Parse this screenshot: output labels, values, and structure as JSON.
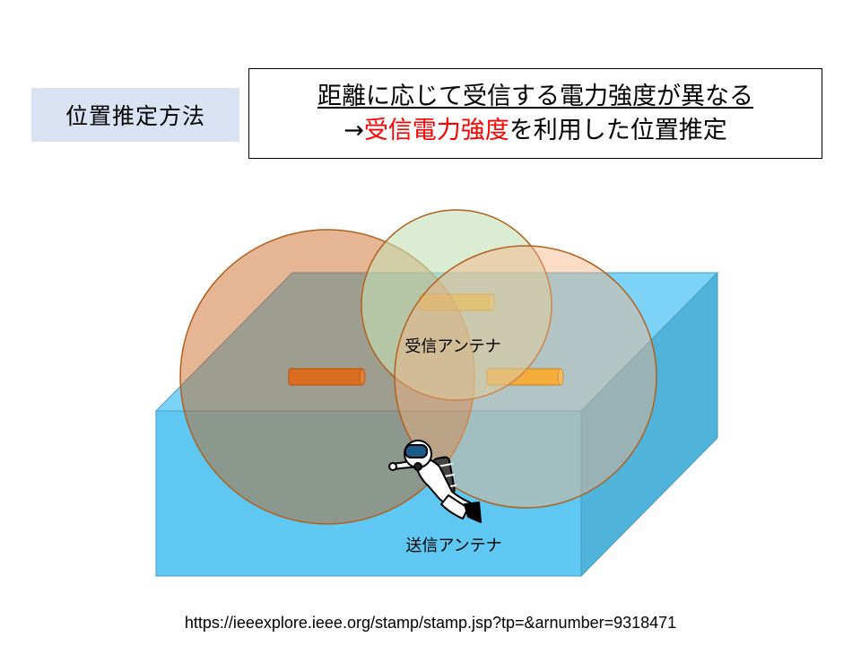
{
  "header": {
    "method_label": "位置推定方法",
    "desc_line1": "距離に応じて受信する電力強度が異なる",
    "desc_line2_prefix": "→",
    "desc_line2_highlight": "受信電力強度",
    "desc_line2_suffix": "を利用した位置推定"
  },
  "diagram": {
    "receiver_label": "受信アンテナ",
    "transmitter_label": "送信アンテナ"
  },
  "footer": {
    "source_url": "https://ieeexplore.ieee.org/stamp/stamp.jsp?tp=&arnumber=9318471"
  },
  "colors": {
    "water_front": "#5ec8f2",
    "water_top": "#7dd3f7",
    "water_side": "#4fb3da",
    "circle_red": "#c55a11",
    "circle_green": "#c5e0b4",
    "circle_orange": "#f4b183",
    "antenna_orange": "#ed7d31",
    "antenna_yellow": "#e0b800",
    "highlight_red": "#ff0000"
  }
}
